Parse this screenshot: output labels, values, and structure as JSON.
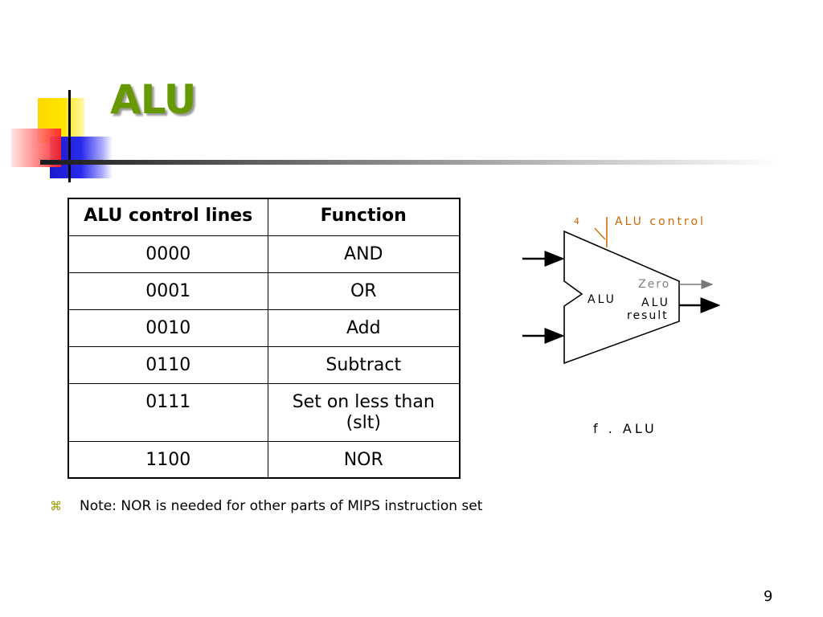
{
  "slide": {
    "title": "ALU",
    "page_number": "9",
    "note_bullet": "⌘",
    "note": "Note: NOR is needed for other parts of MIPS instruction set"
  },
  "table": {
    "headers": [
      "ALU control lines",
      "Function"
    ],
    "rows": [
      [
        "0000",
        "AND"
      ],
      [
        "0001",
        "OR"
      ],
      [
        "0010",
        "Add"
      ],
      [
        "0110",
        "Subtract"
      ],
      [
        "0111",
        "Set on less than (slt)"
      ],
      [
        "1100",
        "NOR"
      ]
    ]
  },
  "diagram": {
    "control_width": "4",
    "control_label": "ALU control",
    "block_label": "ALU",
    "zero_label": "Zero",
    "result_label_1": "ALU",
    "result_label_2": "result",
    "caption": "f . ALU"
  },
  "colors": {
    "title": "#669900",
    "control": "#cc6600",
    "zero": "#808080"
  }
}
